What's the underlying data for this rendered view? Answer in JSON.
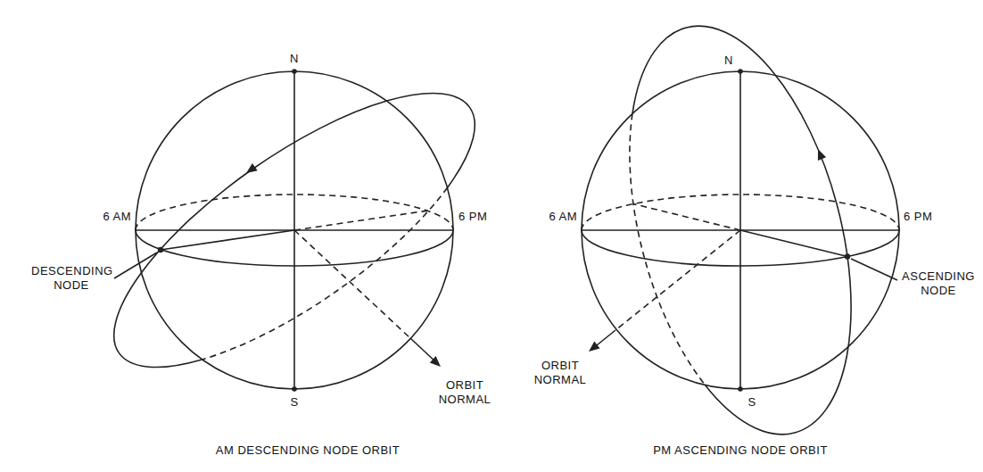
{
  "diagram": {
    "labels": [
      "N",
      "S",
      "6 AM",
      "6 PM",
      "DESCENDING NODE",
      "ORBIT NORMAL",
      "AM DESCENDING NODE ORBIT",
      "N",
      "S",
      "6 AM",
      "6 PM",
      "ASCENDING NODE",
      "ORBIT NORMAL",
      "PM ASCENDING NODE ORBIT"
    ]
  }
}
